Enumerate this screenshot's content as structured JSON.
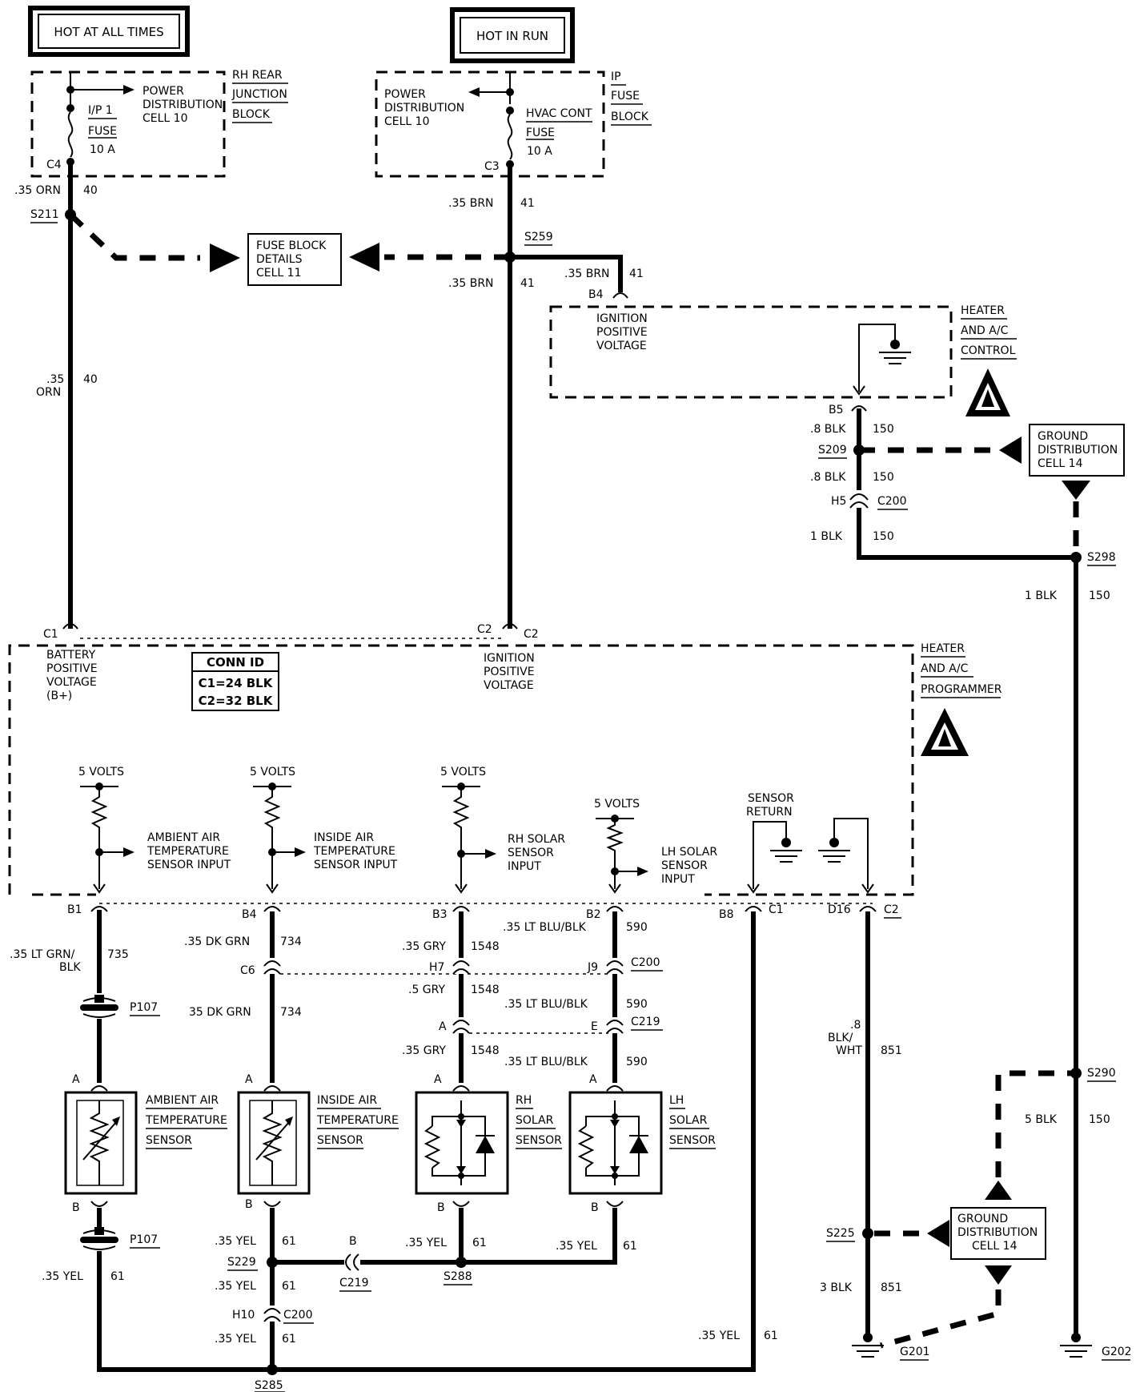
{
  "boxes": {
    "hot_at_all_times": "HOT AT ALL TIMES",
    "hot_in_run": "HOT IN RUN",
    "fuse_block_details": [
      "FUSE BLOCK",
      "DETAILS",
      "CELL  11"
    ],
    "ground_distribution_top": [
      "GROUND",
      "DISTRIBUTION",
      "CELL  14"
    ],
    "ground_distribution_bottom": [
      "GROUND",
      "DISTRIBUTION",
      "CELL  14"
    ],
    "conn_id": {
      "title": "CONN ID",
      "c1": "C1=24 BLK",
      "c2": "C2=32 BLK"
    }
  },
  "components": {
    "rh_rear_junction_block": [
      "RH REAR",
      "JUNCTION",
      "BLOCK"
    ],
    "ip_fuse_block": [
      "IP",
      "FUSE",
      "BLOCK"
    ],
    "heater_ac_control": [
      "HEATER",
      "AND A/C",
      "CONTROL"
    ],
    "heater_ac_programmer": [
      "HEATER",
      "AND A/C",
      "PROGRAMMER"
    ],
    "ambient_sensor": [
      "AMBIENT AIR",
      "TEMPERATURE",
      "SENSOR"
    ],
    "inside_sensor": [
      "INSIDE AIR",
      "TEMPERATURE",
      "SENSOR"
    ],
    "rh_solar": [
      "RH",
      "SOLAR",
      "SENSOR"
    ],
    "lh_solar": [
      "LH",
      "SOLAR",
      "SENSOR"
    ]
  },
  "labels": {
    "pdc_left": [
      "POWER",
      "DISTRIBUTION",
      "CELL  10"
    ],
    "pdc_right": [
      "POWER",
      "DISTRIBUTION",
      "CELL  10"
    ],
    "ip1": "I/P 1",
    "fuse": "FUSE",
    "fuse_rating": "10 A",
    "hvac_cont": "HVAC CONT",
    "c4": "C4",
    "c3": "C3",
    "ign_pos_top": [
      "IGNITION",
      "POSITIVE",
      "VOLTAGE"
    ],
    "ign_pos_mid": [
      "IGNITION",
      "POSITIVE",
      "VOLTAGE"
    ],
    "batt_pos": [
      "BATTERY",
      "POSITIVE",
      "VOLTAGE",
      "(B+)"
    ],
    "five_volts": "5 VOLTS",
    "amb_input": [
      "AMBIENT AIR",
      "TEMPERATURE",
      "SENSOR INPUT"
    ],
    "inside_input": [
      "INSIDE AIR",
      "TEMPERATURE",
      "SENSOR INPUT"
    ],
    "rh_input": [
      "RH SOLAR",
      "SENSOR",
      "INPUT"
    ],
    "lh_input": [
      "LH SOLAR",
      "SENSOR",
      "INPUT"
    ],
    "sensor_return": [
      "SENSOR",
      "RETURN"
    ]
  },
  "wires": {
    "orn_035": ".35 ORN",
    "orn_035_a": ".35",
    "orn_035_b": "ORN",
    "c40": "40",
    "brn_035": ".35 BRN",
    "c41": "41",
    "blk_08": ".8 BLK",
    "blk_1": "1 BLK",
    "c150": "150",
    "ltgrn_a": ".35 LT GRN/",
    "ltgrn_b": "BLK",
    "c735": "735",
    "dkgrn": ".35 DK GRN",
    "dkgrn2": "35 DK GRN",
    "c734": "734",
    "gry_035": ".35 GRY",
    "gry_05": ".5 GRY",
    "c1548": "1548",
    "ltblu": ".35 LT BLU/BLK",
    "c590": "590",
    "yel": ".35 YEL",
    "c61": "61",
    "blkwht_a": ".8",
    "blkwht_b": "BLK/",
    "blkwht_c": "WHT",
    "c851": "851",
    "blk_5": "5 BLK",
    "blk_3": "3 BLK"
  },
  "connectors": {
    "c1": "C1",
    "c2": "C2",
    "b1": "B1",
    "b2": "B2",
    "b3": "B3",
    "b4": "B4",
    "b5": "B5",
    "b8": "B8",
    "d16": "D16",
    "h5": "H5",
    "h7": "H7",
    "h10": "H10",
    "j9": "J9",
    "e": "E",
    "a": "A",
    "b": "B",
    "c6": "C6",
    "c200": "C200",
    "c219": "C219",
    "p107": "P107"
  },
  "splices": {
    "s211": "S211",
    "s259": "S259",
    "s209": "S209",
    "s298": "S298",
    "s290": "S290",
    "s225": "S225",
    "s229": "S229",
    "s288": "S288",
    "s285": "S285"
  },
  "grounds": {
    "g201": "G201",
    "g202": "G202"
  }
}
